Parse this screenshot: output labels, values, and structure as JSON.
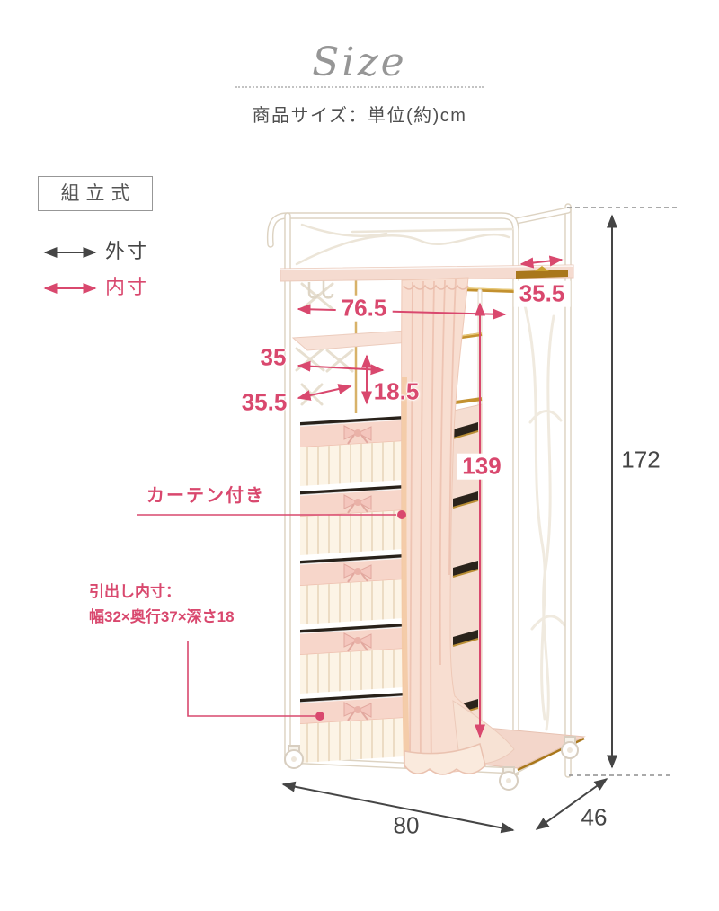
{
  "header": {
    "script_title": "Size",
    "subtitle": "商品サイズ：単位(約)cm"
  },
  "assembly_badge": "組立式",
  "legend": {
    "outer_label": "外寸",
    "inner_label": "内寸"
  },
  "dimensions": {
    "inner_width": "76.5",
    "middle_shelf_width": "35",
    "shelf_clearance_height": "18.5",
    "middle_shelf_depth": "35.5",
    "top_shelf_depth": "35.5",
    "inner_height": "139",
    "overall_height": "172",
    "overall_width": "80",
    "overall_depth": "46"
  },
  "annotations": {
    "curtain_note": "カーテン付き",
    "drawer_note_title": "引出し内寸：",
    "drawer_note_size": "幅32×奥行37×深さ18"
  },
  "colors": {
    "accent_pink": "#d9486e",
    "dim_dark": "#454545"
  }
}
